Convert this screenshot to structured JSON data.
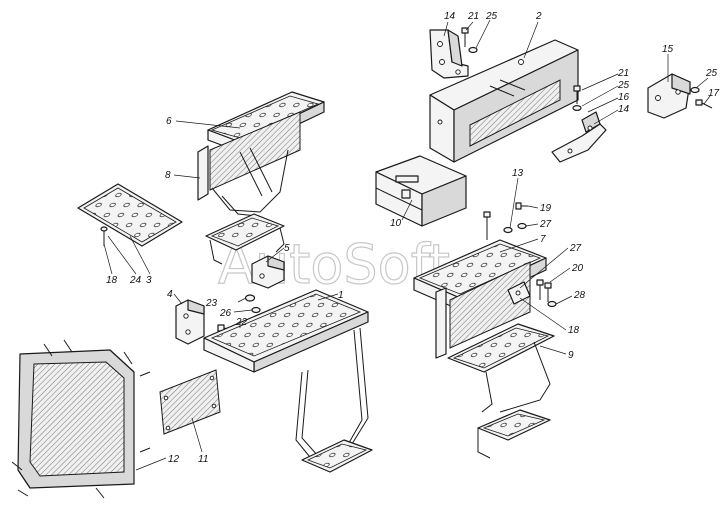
{
  "watermark": "AutoSoft",
  "callouts": [
    {
      "id": "c14a",
      "text": "14"
    },
    {
      "id": "c21a",
      "text": "21"
    },
    {
      "id": "c25a",
      "text": "25"
    },
    {
      "id": "c2",
      "text": "2"
    },
    {
      "id": "c15",
      "text": "15"
    },
    {
      "id": "c25b",
      "text": "25"
    },
    {
      "id": "c17",
      "text": "17"
    },
    {
      "id": "c21b",
      "text": "21"
    },
    {
      "id": "c25c",
      "text": "25"
    },
    {
      "id": "c16",
      "text": "16"
    },
    {
      "id": "c14b",
      "text": "14"
    },
    {
      "id": "c6",
      "text": "6"
    },
    {
      "id": "c8",
      "text": "8"
    },
    {
      "id": "c10",
      "text": "10"
    },
    {
      "id": "c13",
      "text": "13"
    },
    {
      "id": "c19",
      "text": "19"
    },
    {
      "id": "c27a",
      "text": "27"
    },
    {
      "id": "c7",
      "text": "7"
    },
    {
      "id": "c27b",
      "text": "27"
    },
    {
      "id": "c20",
      "text": "20"
    },
    {
      "id": "c28",
      "text": "28"
    },
    {
      "id": "c18b",
      "text": "18"
    },
    {
      "id": "c9",
      "text": "9"
    },
    {
      "id": "c18a",
      "text": "18"
    },
    {
      "id": "c24",
      "text": "24"
    },
    {
      "id": "c3",
      "text": "3"
    },
    {
      "id": "c5",
      "text": "5"
    },
    {
      "id": "c4",
      "text": "4"
    },
    {
      "id": "c23",
      "text": "23"
    },
    {
      "id": "c1",
      "text": "1"
    },
    {
      "id": "c26",
      "text": "26"
    },
    {
      "id": "c22",
      "text": "22"
    },
    {
      "id": "c11",
      "text": "11"
    },
    {
      "id": "c12",
      "text": "12"
    }
  ]
}
